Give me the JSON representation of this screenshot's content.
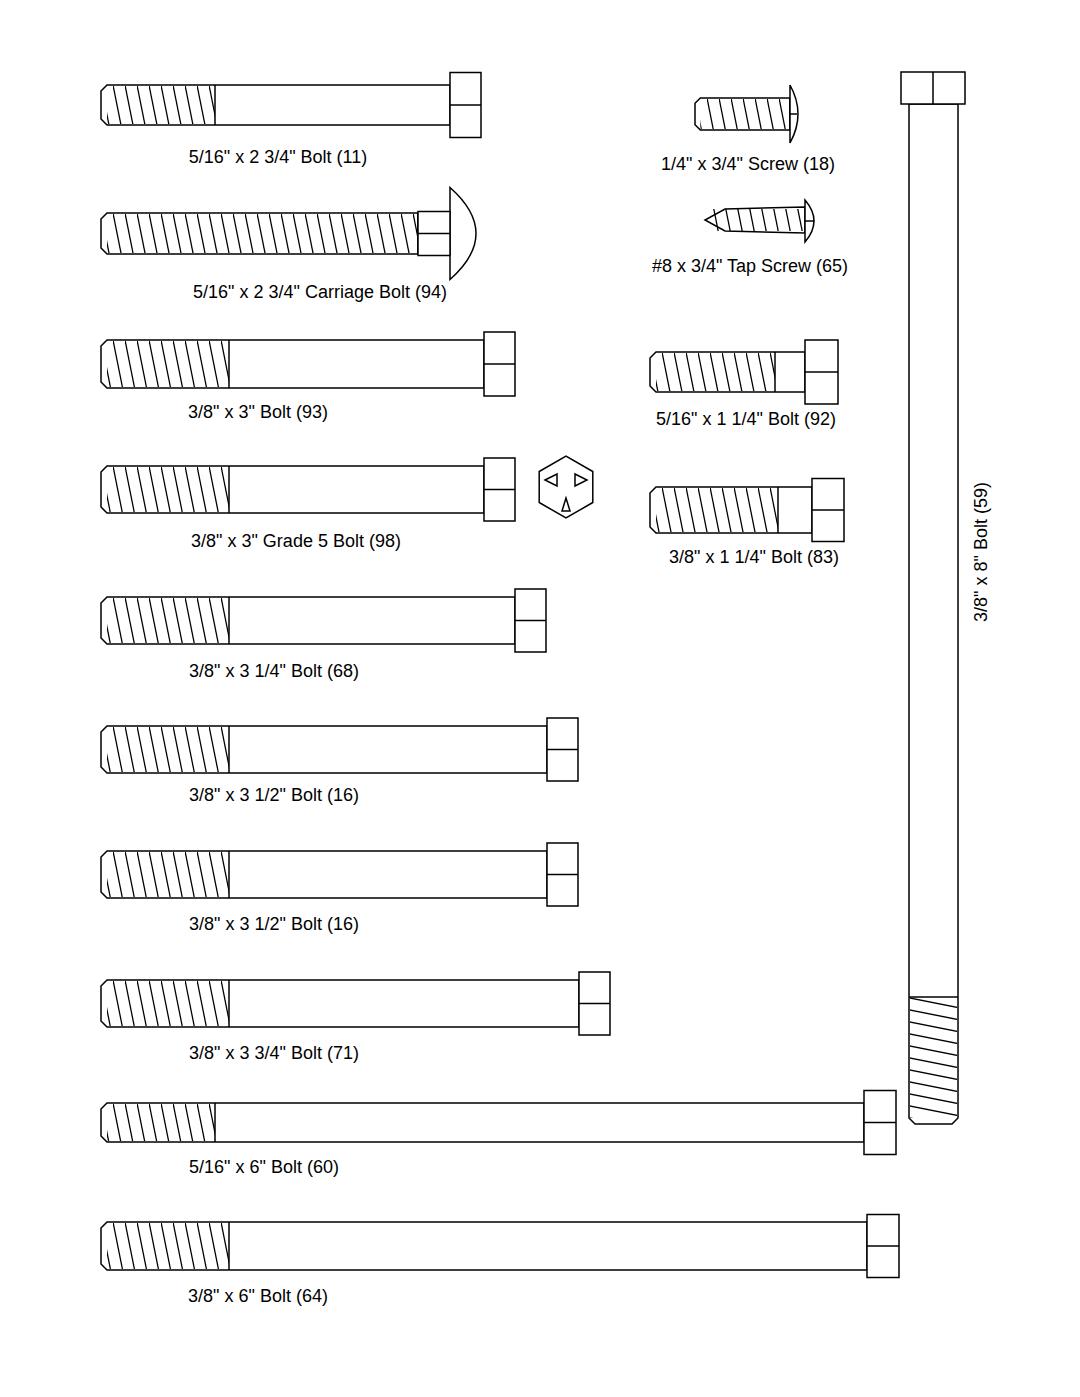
{
  "diagram": {
    "labels": [
      "5/16\" x 2 3/4\" Bolt (11)",
      "1/4\" x 3/4\" Screw (18)",
      "5/16\" x 2 3/4\" Carriage Bolt (94)",
      "#8 x 3/4\" Tap Screw (65)",
      "3/8\" x 3\" Bolt (93)",
      "5/16\" x 1 1/4\" Bolt (92)",
      "3/8\" x 3\" Grade 5 Bolt (98)",
      "3/8\" x 1 1/4\" Bolt (83)",
      "3/8\" x 3 1/4\" Bolt (68)",
      "3/8\" x 3 1/2\" Bolt (16)",
      "3/8\" x 3 1/2\" Bolt (16)",
      "3/8\" x 3 3/4\" Bolt (71)",
      "5/16\" x 6\" Bolt (60)",
      "3/8\" x 6\" Bolt (64)",
      "3/8\" x 8\" Bolt (59)"
    ]
  }
}
